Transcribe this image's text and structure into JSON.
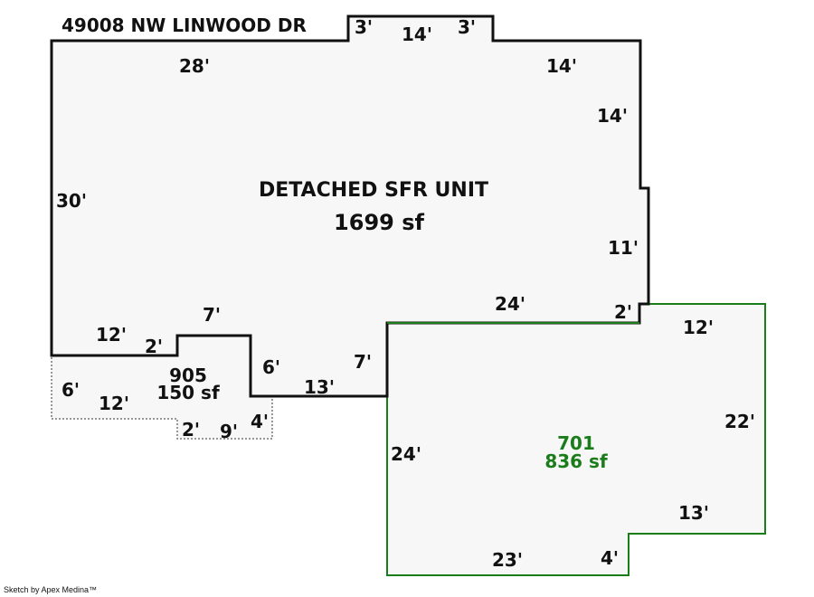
{
  "address": "49008 NW LINWOOD DR",
  "main_area": {
    "name": "DETACHED SFR UNIT",
    "area": "1699 sf",
    "color": "#000000"
  },
  "area_905": {
    "name": "905",
    "area": "150 sf"
  },
  "area_701": {
    "name": "701",
    "area": "836 sf",
    "color": "#1a7d1a"
  },
  "dimensions": {
    "top_left_3": "3'",
    "top_14": "14'",
    "top_right_3": "3'",
    "top_28": "28'",
    "right_14a": "14'",
    "right_14b": "14'",
    "left_30": "30'",
    "right_11": "11'",
    "mid_24": "24'",
    "right_2": "2'",
    "left_12": "12'",
    "small_2": "2'",
    "step_7": "7'",
    "step_6": "6'",
    "mid_7": "7'",
    "bottom_13": "13'",
    "p_6": "6'",
    "p_12": "12'",
    "p_2": "2'",
    "p_9": "9'",
    "p_4": "4'",
    "g_12": "12'",
    "g_22": "22'",
    "g_24": "24'",
    "g_13": "13'",
    "g_23": "23'",
    "g_4": "4'"
  },
  "credit": "Sketch by Apex Medina™"
}
